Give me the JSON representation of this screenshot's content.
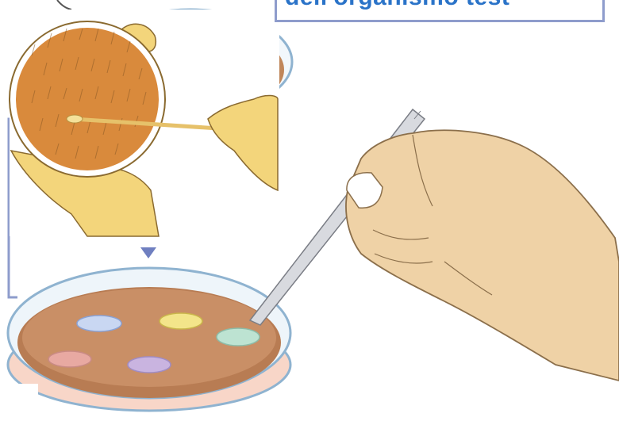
{
  "caption": {
    "text": "dell'organismo test"
  },
  "illustration": {
    "inset": {
      "dish": "petri-dish-lawn",
      "tool": "cotton-swab"
    },
    "main": {
      "dish": "petri-dish-agar",
      "tool": "forceps",
      "discs": 5
    }
  },
  "colors": {
    "frame_border": "#8e9ccc",
    "caption_text": "#2a73c8",
    "lawn_agar": "#d98a3c",
    "agar": "#b87c53",
    "skin": "#efd2a6",
    "glove": "#f3d57b",
    "arrow": "#6f7fc0"
  }
}
